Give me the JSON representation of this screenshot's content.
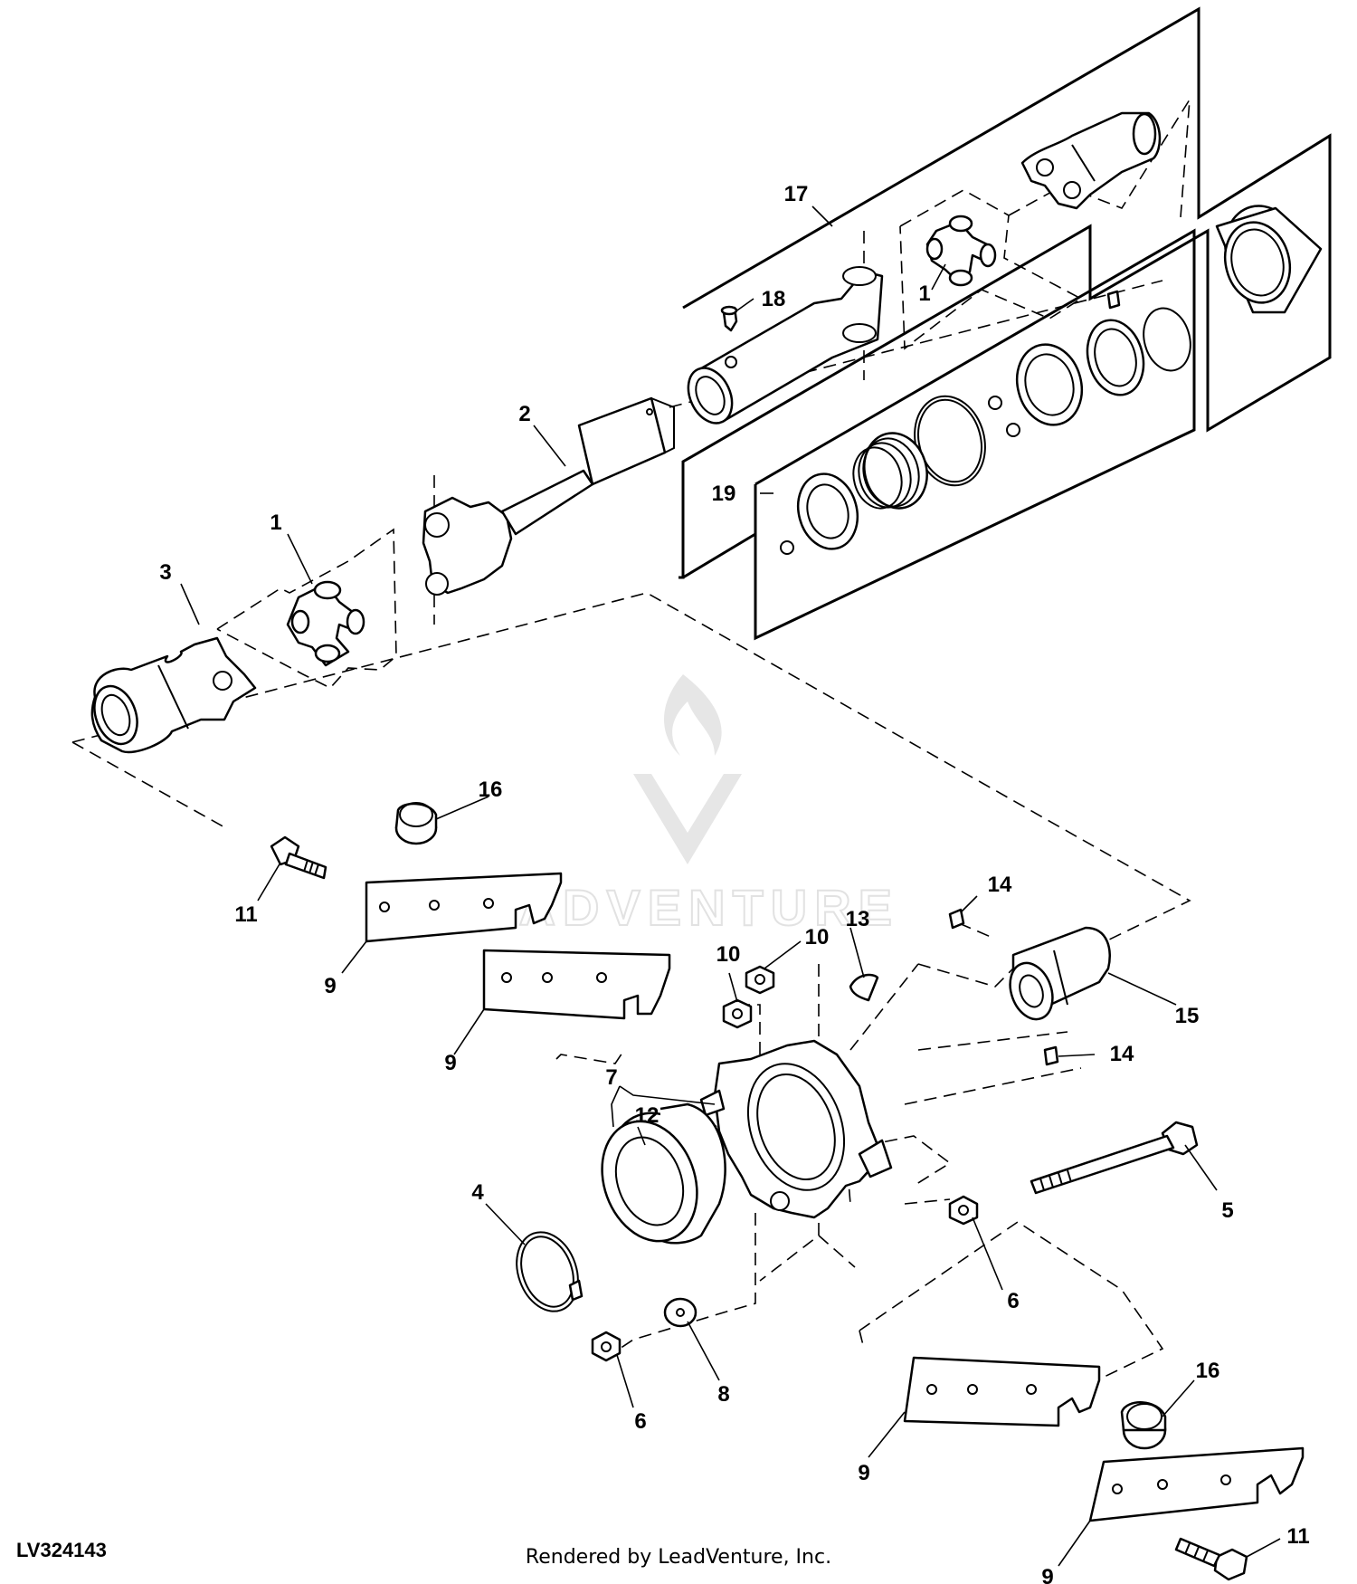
{
  "figure_id": "LV324143",
  "render_credit": "Rendered by LeadVenture, Inc.",
  "watermark": {
    "text": "LEADVENTURE",
    "color": "#e6e6e6"
  },
  "callouts": [
    "1",
    "1",
    "2",
    "3",
    "4",
    "5",
    "6",
    "6",
    "7",
    "8",
    "9",
    "9",
    "9",
    "9",
    "10",
    "10",
    "11",
    "11",
    "12",
    "13",
    "14",
    "14",
    "15",
    "16",
    "16",
    "17",
    "18",
    "19"
  ],
  "icons": [
    "leadventure-flame-logo"
  ],
  "colors": {
    "line": "#000000",
    "background": "#ffffff"
  }
}
